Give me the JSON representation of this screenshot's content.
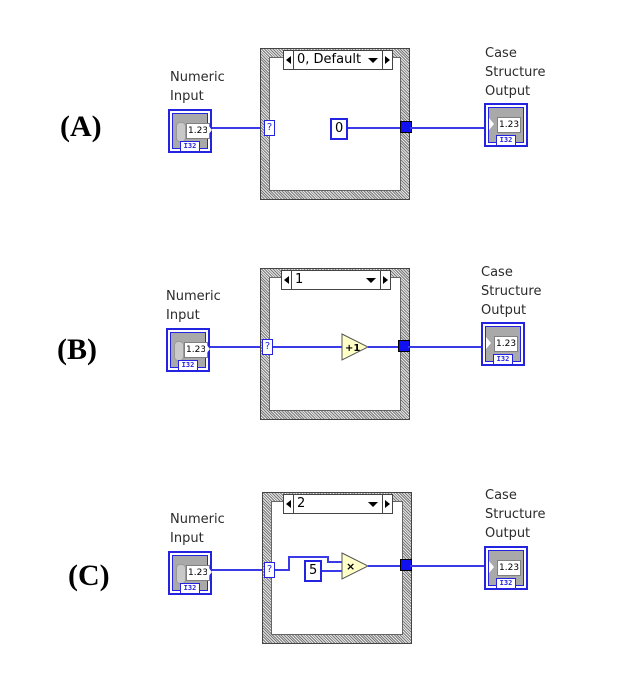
{
  "panels": [
    {
      "label": "(A)",
      "input": {
        "label": "Numeric Input",
        "value": "1.23",
        "dtype": "I32"
      },
      "case_structure": {
        "selector_value": "0, Default",
        "selector_tunnel": "?",
        "constant": "0",
        "operation": null
      },
      "output": {
        "label": "Case\nStructure\nOutput",
        "value": "1.23",
        "dtype": "I32"
      }
    },
    {
      "label": "(B)",
      "input": {
        "label": "Numeric Input",
        "value": "1.23",
        "dtype": "I32"
      },
      "case_structure": {
        "selector_value": "1",
        "selector_tunnel": "?",
        "constant": null,
        "operation": "+1"
      },
      "output": {
        "label": "Case\nStructure\nOutput",
        "value": "1.23",
        "dtype": "I32"
      }
    },
    {
      "label": "(C)",
      "input": {
        "label": "Numeric Input",
        "value": "1.23",
        "dtype": "I32"
      },
      "case_structure": {
        "selector_value": "2",
        "selector_tunnel": "?",
        "constant": "5",
        "operation": "×"
      },
      "output": {
        "label": "Case\nStructure\nOutput",
        "value": "1.23",
        "dtype": "I32"
      }
    }
  ],
  "colors": {
    "wire": "#3a3ae6",
    "terminal_border": "#2424e0",
    "primitive_fill": "#ffffc8",
    "tunnel_fill": "#1010f0"
  }
}
